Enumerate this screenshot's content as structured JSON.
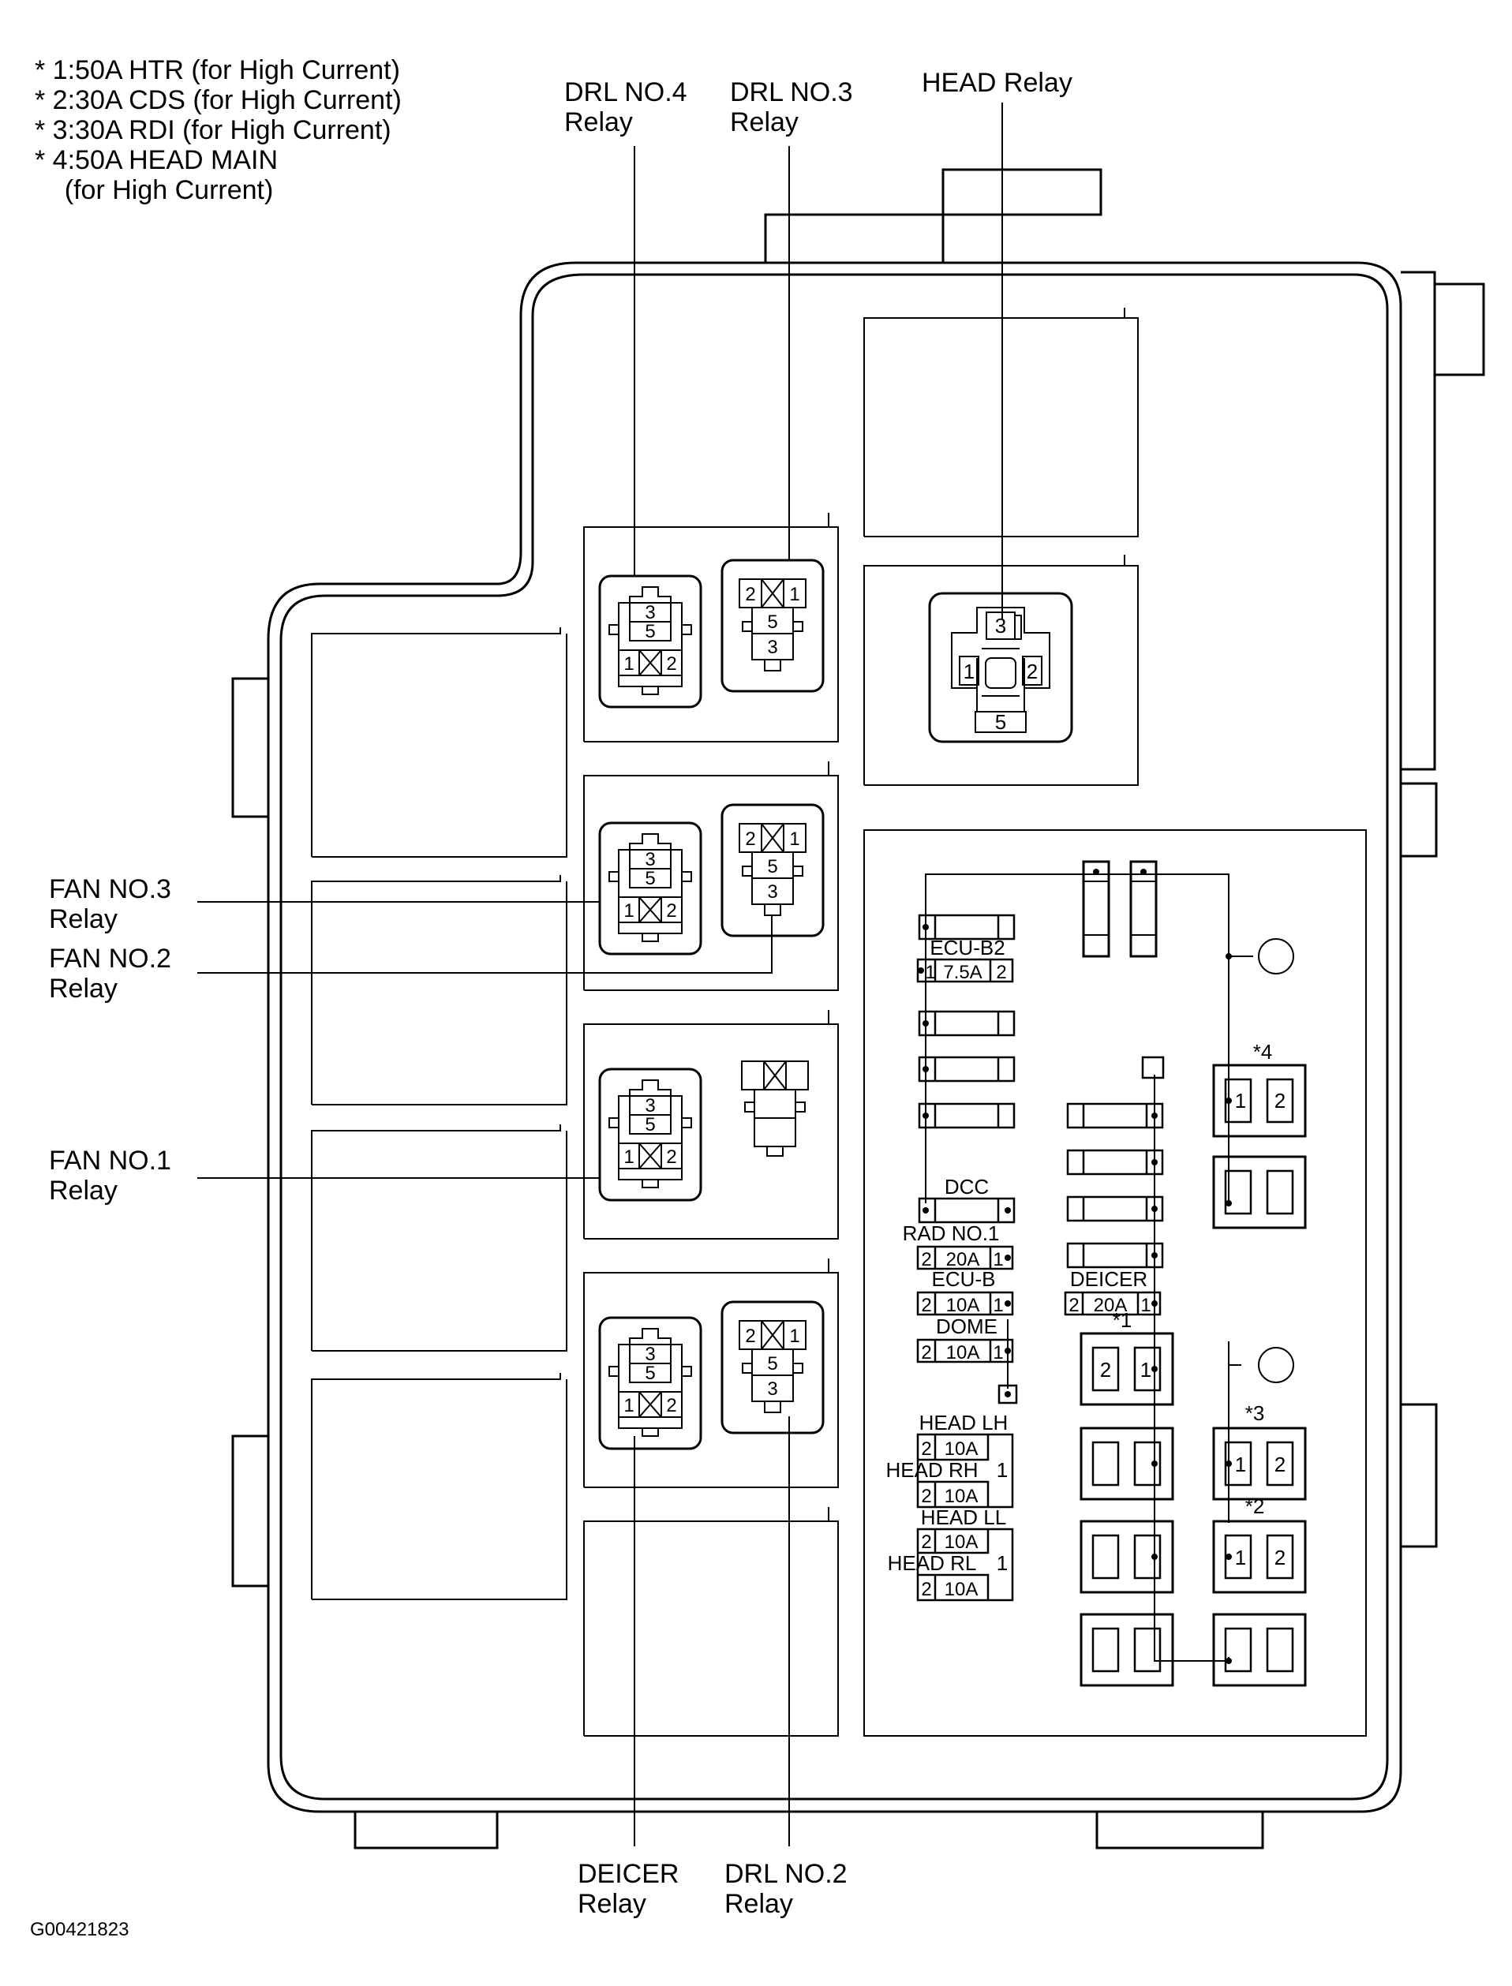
{
  "notes": [
    "* 1:50A HTR (for High Current)",
    "* 2:30A CDS (for High Current)",
    "* 3:30A RDI (for High Current)",
    "* 4:50A HEAD MAIN",
    "    (for High Current)"
  ],
  "labels": {
    "drl4": [
      "DRL NO.4",
      "Relay"
    ],
    "drl3": [
      "DRL NO.3",
      "Relay"
    ],
    "head": "HEAD Relay",
    "fan3": [
      "FAN NO.3",
      "Relay"
    ],
    "fan2": [
      "FAN NO.2",
      "Relay"
    ],
    "fan1": [
      "FAN NO.1",
      "Relay"
    ],
    "deicer": [
      "DEICER",
      "Relay"
    ],
    "drl2": [
      "DRL NO.2",
      "Relay"
    ]
  },
  "figure_id": "G00421823",
  "relay_pins": {
    "type_a": {
      "top_a": "3",
      "top_b": "5",
      "bottom_left": "1",
      "bottom_right": "2"
    },
    "type_b": {
      "top_left": "2",
      "top_right": "1",
      "mid": "5",
      "bottom": "3"
    },
    "head": {
      "top": "3",
      "left": "1",
      "right": "2",
      "bottom": "5"
    }
  },
  "fuses": {
    "ecu_b2": {
      "name": "ECU-B2",
      "left": "1",
      "amp": "7.5A",
      "right": "2"
    },
    "dcc": {
      "name": "DCC"
    },
    "rad_no1": {
      "name": "RAD NO.1",
      "left": "2",
      "amp": "20A",
      "right": "1"
    },
    "ecu_b": {
      "name": "ECU-B",
      "left": "2",
      "amp": "10A",
      "right": "1"
    },
    "dome": {
      "name": "DOME",
      "left": "2",
      "amp": "10A",
      "right": "1"
    },
    "deicer": {
      "name": "DEICER",
      "left": "2",
      "amp": "20A",
      "right": "1"
    },
    "head_lh": {
      "name": "HEAD LH",
      "left": "2",
      "amp": "10A"
    },
    "head_rh": {
      "name": "HEAD RH",
      "left": "2",
      "amp": "10A"
    },
    "head_ll": {
      "name": "HEAD LL",
      "left": "2",
      "amp": "10A"
    },
    "head_rl": {
      "name": "HEAD RL",
      "left": "2",
      "amp": "10A"
    },
    "head_pin_upper": "1",
    "head_pin_lower": "1"
  },
  "high_current": {
    "star1": {
      "mark": "*1",
      "left": "2",
      "right": "1"
    },
    "star2": {
      "mark": "*2",
      "left": "1",
      "right": "2"
    },
    "star3": {
      "mark": "*3",
      "left": "1",
      "right": "2"
    },
    "star4": {
      "mark": "*4",
      "left": "1",
      "right": "2"
    }
  }
}
